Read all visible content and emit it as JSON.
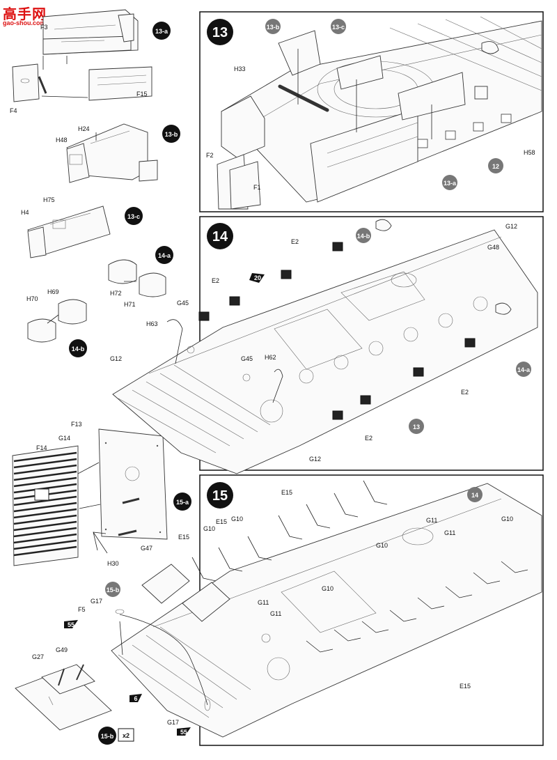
{
  "watermark": {
    "brand": "高手网",
    "url": "gao-shou.com"
  },
  "steps": {
    "s13": "13",
    "s14": "14",
    "s15": "15"
  },
  "badges": {
    "b13a_1": "13-a",
    "b13b_1": "13-b",
    "b13c_1": "13-c",
    "b14a_1": "14-a",
    "b14b_1": "14-b",
    "b15a_1": "15-a",
    "b15b_1": "15-b",
    "b13b_2": "13-b",
    "b13c_2": "13-c",
    "b13a_2": "13-a",
    "b12": "12",
    "b14b_2": "14-b",
    "b14a_2": "14-a",
    "b13": "13",
    "b14": "14",
    "b15b_2": "15-b",
    "x2": "x2",
    "r20": "20",
    "r55a": "55",
    "r55b": "55",
    "r6": "6"
  },
  "labels": {
    "F3": "F3",
    "F4": "F4",
    "F15": "F15",
    "H24": "H24",
    "H48": "H48",
    "H4": "H4",
    "H75": "H75",
    "H72": "H72",
    "H71": "H71",
    "H69": "H69",
    "H70": "H70",
    "H33": "H33",
    "F2": "F2",
    "F1": "F1",
    "H58": "H58",
    "E2a": "E2",
    "E2b": "E2",
    "E2c": "E2",
    "E2d": "E2",
    "G12a": "G12",
    "G12b": "G12",
    "G12c": "G12",
    "G48": "G48",
    "G45a": "G45",
    "G45b": "G45",
    "H63": "H63",
    "H62": "H62",
    "F13": "F13",
    "F14": "F14",
    "G14": "G14",
    "G47": "G47",
    "H30": "H30",
    "E15a": "E15",
    "E15b": "E15",
    "E15c": "E15",
    "E15d": "E15",
    "G10a": "G10",
    "G10b": "G10",
    "G10c": "G10",
    "G10d": "G10",
    "G10e": "G10",
    "G11a": "G11",
    "G11b": "G11",
    "G11c": "G11",
    "G11d": "G11",
    "G17a": "G17",
    "G17b": "G17",
    "F5": "F5",
    "G27": "G27",
    "G49": "G49"
  }
}
